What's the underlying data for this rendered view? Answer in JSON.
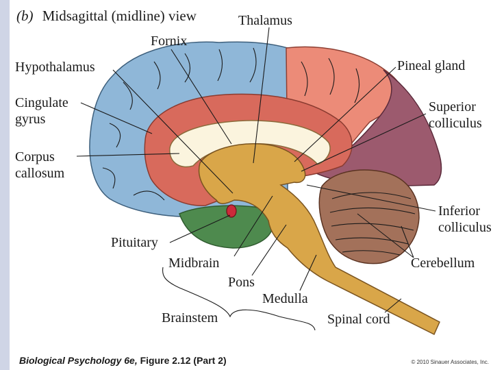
{
  "title": {
    "letter": "(b)",
    "text": "Midsagittal (midline) view"
  },
  "labels": {
    "thalamus": "Thalamus",
    "fornix": "Fornix",
    "hypothalamus": "Hypothalamus",
    "pineal_gland": "Pineal gland",
    "cingulate_line1": "Cingulate",
    "cingulate_line2": "gyrus",
    "superior_line1": "Superior",
    "superior_line2": "colliculus",
    "corpus_line1": "Corpus",
    "corpus_line2": "callosum",
    "inferior_line1": "Inferior",
    "inferior_line2": "colliculus",
    "pituitary": "Pituitary",
    "cerebellum": "Cerebellum",
    "midbrain": "Midbrain",
    "pons": "Pons",
    "medulla": "Medulla",
    "brainstem": "Brainstem",
    "spinal_cord": "Spinal cord"
  },
  "footer": {
    "book": "Biological Psychology 6e,",
    "figure": "Figure 2.12 (Part 2)",
    "copyright": "© 2010 Sinauer Associates, Inc."
  },
  "colors": {
    "frontal_blue": "#8fb7d8",
    "parietal_salmon": "#ec8b78",
    "occipital_plum": "#9c5a6e",
    "cingulate_red": "#d86a5c",
    "brainstem_tan": "#d9a649",
    "cerebellum_brown": "#a3715a",
    "temporal_green": "#4e8a4e",
    "corpus_cream": "#fbf4de",
    "pituitary_red": "#cc2a3a"
  }
}
